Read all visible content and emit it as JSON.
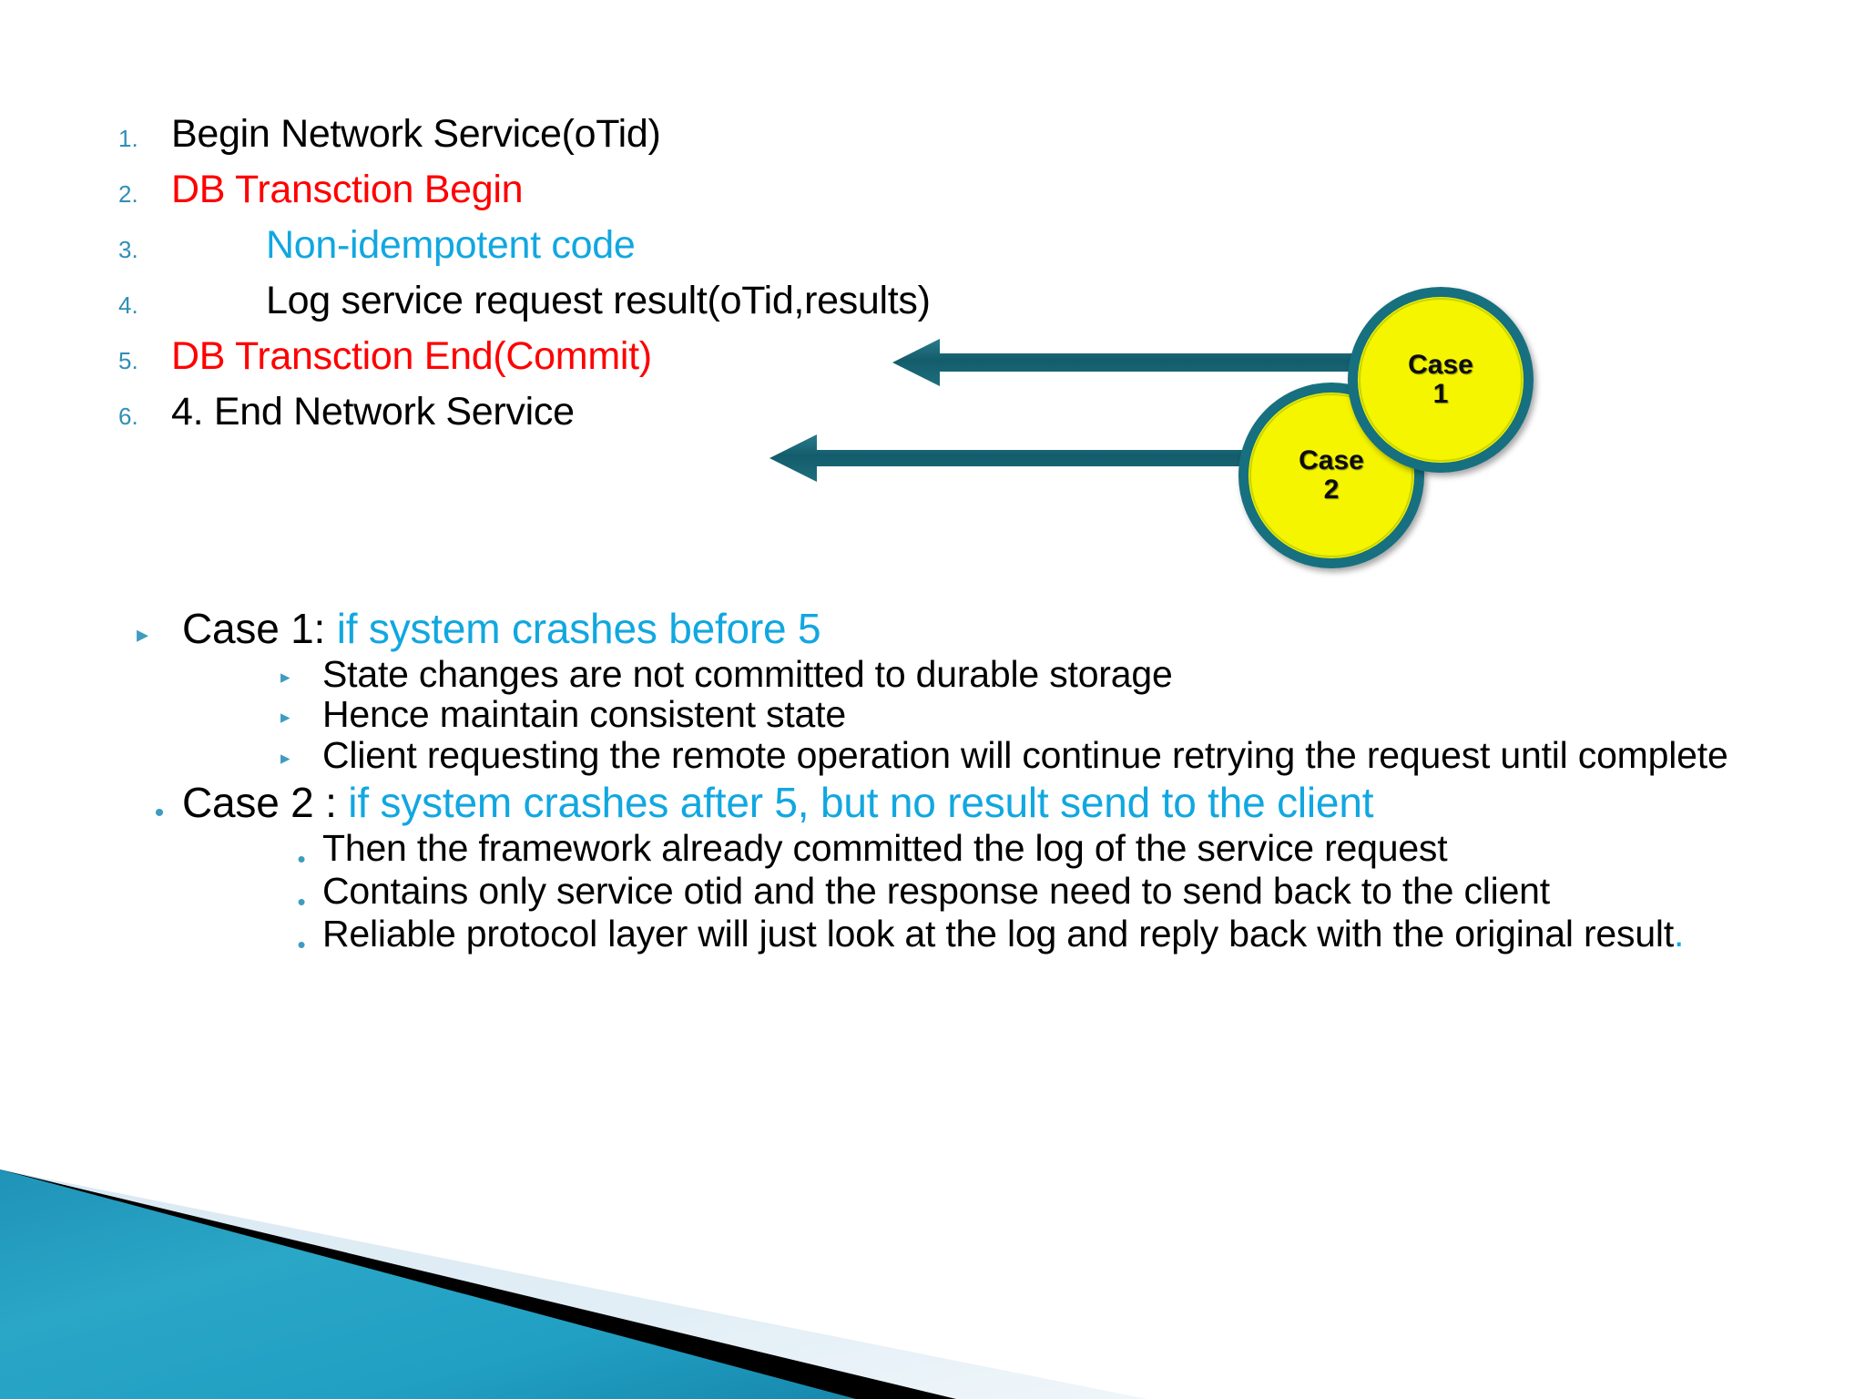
{
  "slide": {
    "background_color": "#FFFFFF",
    "accent_teal": "#17707F",
    "accent_cyan": "#11A7E0",
    "accent_red": "#FF0000",
    "accent_yellow": "#F5F500",
    "number_color": "#2E8FB5"
  },
  "code_list": [
    {
      "num": "1.",
      "text": "Begin Network Service(oTid)",
      "color": "black",
      "indent": 0
    },
    {
      "num": "2.",
      "text": "DB Transction Begin",
      "color": "red",
      "indent": 0
    },
    {
      "num": "3.",
      "text": "Non-idempotent code",
      "color": "cyan",
      "indent": 1
    },
    {
      "num": "4.",
      "text": "Log service request result(oTid,results)",
      "color": "black",
      "indent": 1
    },
    {
      "num": "5.",
      "text": "DB Transction End(Commit)",
      "color": "red",
      "indent": 0
    },
    {
      "num": "6.",
      "text": "4. End Network Service",
      "color": "black",
      "indent": 0
    }
  ],
  "callouts": [
    {
      "name": "case-1",
      "line1": "Case",
      "line2": "1"
    },
    {
      "name": "case-2",
      "line1": "Case",
      "line2": "2"
    }
  ],
  "outline": {
    "case1": {
      "label": "Case 1: ",
      "highlight": "if system crashes before 5",
      "bullet": "triangle",
      "sub_bullet": "triangle",
      "sub_items": [
        "State changes are not committed to durable storage",
        "Hence maintain consistent state",
        "Client requesting the remote operation will continue retrying the request until complete"
      ]
    },
    "case2": {
      "label": "Case 2 : ",
      "highlight": "if system crashes after 5, but no result send to the client",
      "bullet": "dot",
      "sub_bullet": "dot",
      "sub_items": [
        "Then the framework already committed the log of the service request",
        "Contains only service otid and the response need to send back to the client",
        "Reliable protocol layer will just look at the log and reply back with the original result"
      ],
      "final_period": "."
    }
  },
  "glyphs": {
    "triangle_bullet": "▸",
    "dot_bullet": "•"
  }
}
